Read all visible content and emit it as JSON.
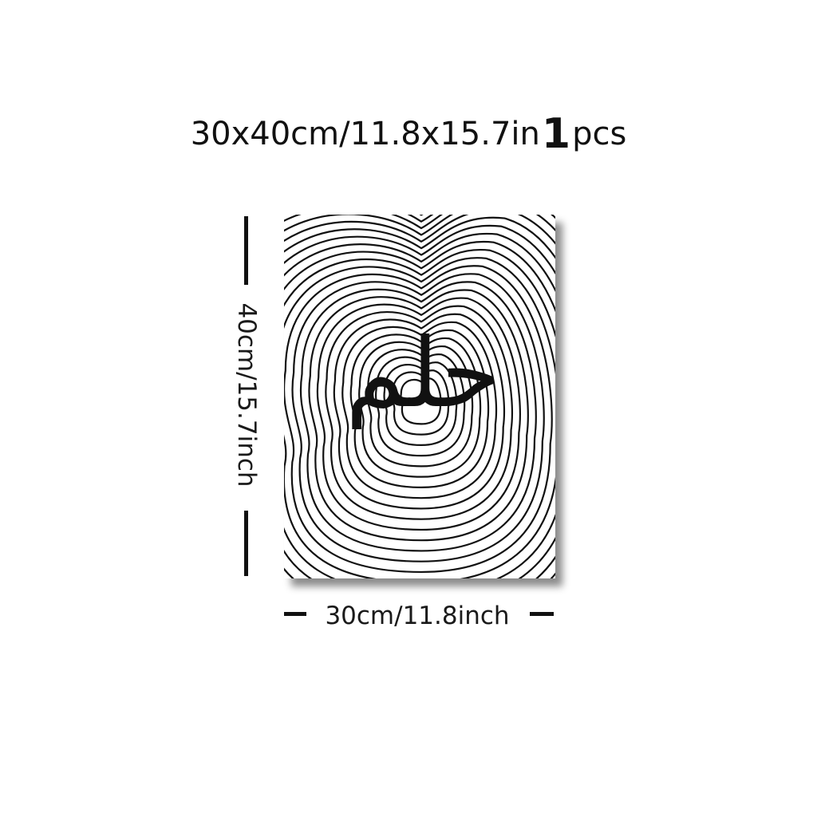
{
  "product": {
    "size_text": "30x40cm/11.8x15.7in",
    "quantity": "1",
    "unit": "pcs"
  },
  "dimensions": {
    "height_label": "40cm/15.7inch",
    "width_label": "30cm/11.8inch"
  },
  "artwork": {
    "calligraphy": "حلم",
    "line_color": "#111111",
    "background": "#ffffff"
  }
}
